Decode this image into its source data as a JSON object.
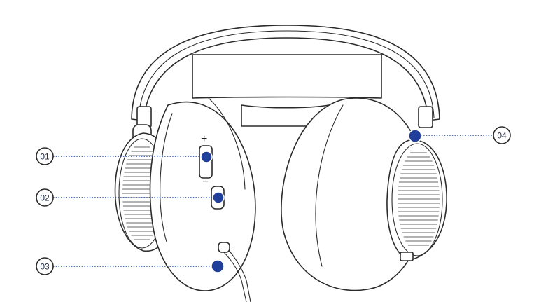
{
  "accent_color": "#1f3f9a",
  "control_labels": {
    "plus": "+",
    "minus": "−"
  },
  "callouts": [
    {
      "id": "volume-control",
      "label": "01"
    },
    {
      "id": "mic-mute-button",
      "label": "02"
    },
    {
      "id": "audio-jack",
      "label": "03"
    },
    {
      "id": "mic-boom",
      "label": "04"
    }
  ]
}
